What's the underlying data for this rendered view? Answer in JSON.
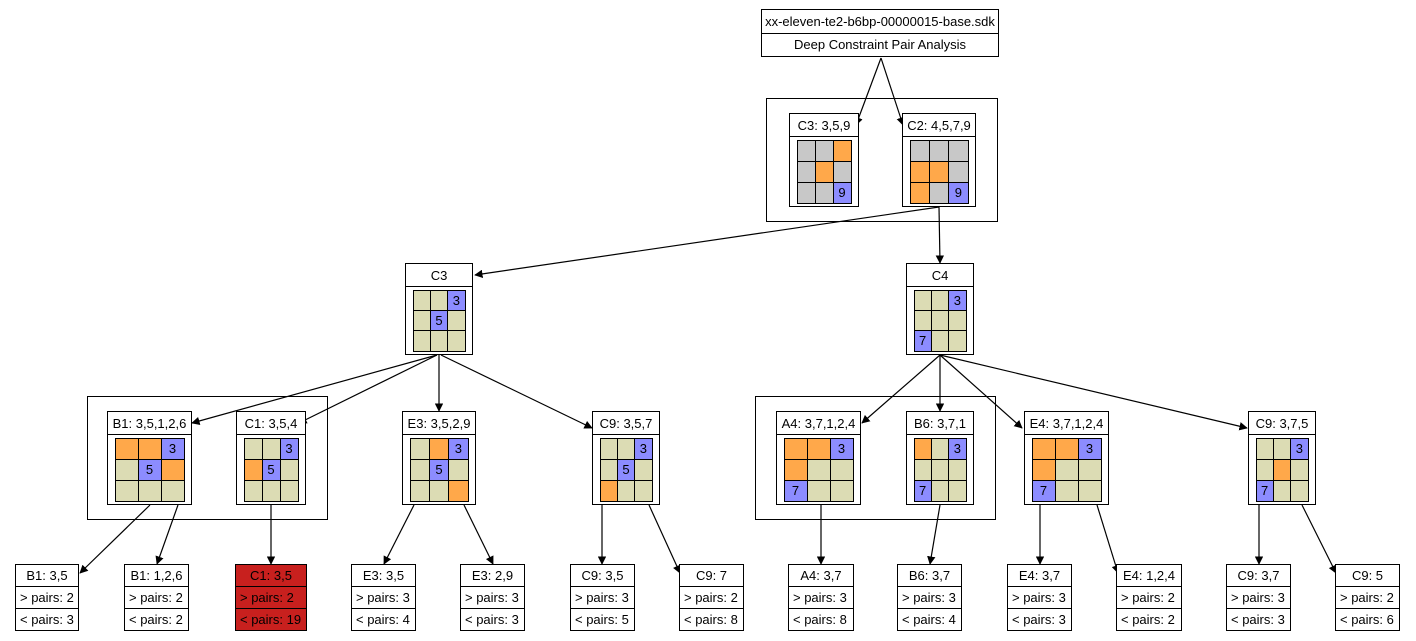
{
  "colors": {
    "grey": "#c8c8c8",
    "khaki": "#dcdcb4",
    "orange": "#ffa84a",
    "blue": "#8c8cff",
    "bad": "#c8201e"
  },
  "title": {
    "filename": "xx-eleven-te2-b6bp-00000015-base.sdk",
    "subtitle": "Deep Constraint Pair Analysis"
  },
  "grid_nodes": {
    "c3_top": {
      "label": "C3: 3,5,9",
      "cells": [
        "G",
        "G",
        "O",
        "G",
        "O",
        "G",
        "G",
        "G",
        "B:9"
      ]
    },
    "c2_top": {
      "label": "C2: 4,5,7,9",
      "cells": [
        "G",
        "G",
        "G",
        "O",
        "O",
        "G",
        "O",
        "G",
        "B:9"
      ]
    },
    "c3": {
      "label": "C3",
      "cells": [
        "K",
        "K",
        "B:3",
        "K",
        "B:5",
        "K",
        "K",
        "K",
        "K"
      ]
    },
    "c4": {
      "label": "C4",
      "cells": [
        "K",
        "K",
        "B:3",
        "K",
        "K",
        "K",
        "B:7",
        "K",
        "K"
      ]
    },
    "b1": {
      "label": "B1: 3,5,1,2,6",
      "cells": [
        "O",
        "O",
        "B:3",
        "K",
        "B:5",
        "O",
        "K",
        "K",
        "K"
      ]
    },
    "c1": {
      "label": "C1: 3,5,4",
      "cells": [
        "K",
        "K",
        "B:3",
        "O",
        "B:5",
        "K",
        "K",
        "K",
        "K"
      ]
    },
    "e3": {
      "label": "E3: 3,5,2,9",
      "cells": [
        "K",
        "O",
        "B:3",
        "K",
        "B:5",
        "K",
        "K",
        "K",
        "O"
      ]
    },
    "c9a": {
      "label": "C9: 3,5,7",
      "cells": [
        "K",
        "K",
        "B:3",
        "K",
        "B:5",
        "K",
        "O",
        "K",
        "K"
      ]
    },
    "a4": {
      "label": "A4: 3,7,1,2,4",
      "cells": [
        "O",
        "O",
        "B:3",
        "O",
        "K",
        "K",
        "B:7",
        "K",
        "K"
      ]
    },
    "b6": {
      "label": "B6: 3,7,1",
      "cells": [
        "O",
        "K",
        "B:3",
        "K",
        "K",
        "K",
        "B:7",
        "K",
        "K"
      ]
    },
    "e4": {
      "label": "E4: 3,7,1,2,4",
      "cells": [
        "O",
        "O",
        "B:3",
        "O",
        "K",
        "K",
        "B:7",
        "K",
        "K"
      ]
    },
    "c9b": {
      "label": "C9: 3,7,5",
      "cells": [
        "K",
        "K",
        "B:3",
        "K",
        "O",
        "K",
        "B:7",
        "K",
        "K"
      ]
    }
  },
  "leaves": [
    {
      "id": "l1",
      "head": "B1: 3,5",
      "gt": "> pairs: 2",
      "lt": "< pairs: 3",
      "bad": false
    },
    {
      "id": "l2",
      "head": "B1: 1,2,6",
      "gt": "> pairs: 2",
      "lt": "< pairs: 2",
      "bad": false
    },
    {
      "id": "l3",
      "head": "C1: 3,5",
      "gt": "> pairs: 2",
      "lt": "< pairs: 19",
      "bad": true
    },
    {
      "id": "l4",
      "head": "E3: 3,5",
      "gt": "> pairs: 3",
      "lt": "< pairs: 4",
      "bad": false
    },
    {
      "id": "l5",
      "head": "E3: 2,9",
      "gt": "> pairs: 3",
      "lt": "< pairs: 3",
      "bad": false
    },
    {
      "id": "l6",
      "head": "C9: 3,5",
      "gt": "> pairs: 3",
      "lt": "< pairs: 5",
      "bad": false
    },
    {
      "id": "l7",
      "head": "C9: 7",
      "gt": "> pairs: 2",
      "lt": "< pairs: 8",
      "bad": false
    },
    {
      "id": "l8",
      "head": "A4: 3,7",
      "gt": "> pairs: 3",
      "lt": "< pairs: 8",
      "bad": false
    },
    {
      "id": "l9",
      "head": "B6: 3,7",
      "gt": "> pairs: 3",
      "lt": "< pairs: 4",
      "bad": false
    },
    {
      "id": "l10",
      "head": "E4: 3,7",
      "gt": "> pairs: 3",
      "lt": "< pairs: 3",
      "bad": false
    },
    {
      "id": "l11",
      "head": "E4: 1,2,4",
      "gt": "> pairs: 2",
      "lt": "< pairs: 2",
      "bad": false
    },
    {
      "id": "l12",
      "head": "C9: 3,7",
      "gt": "> pairs: 3",
      "lt": "< pairs: 3",
      "bad": false
    },
    {
      "id": "l13",
      "head": "C9: 5",
      "gt": "> pairs: 2",
      "lt": "< pairs: 6",
      "bad": false
    }
  ]
}
